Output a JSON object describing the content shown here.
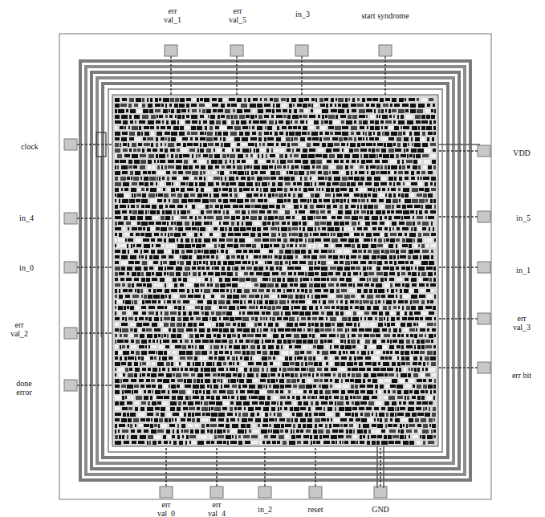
{
  "diagram": {
    "labels": [
      "err val_1",
      "err val_5",
      "in_3",
      "start syndrome",
      "clock",
      "in_4",
      "in_0",
      "err val_2",
      "done error",
      "VDD",
      "in_5",
      "in_1",
      "err val_3",
      "err bit",
      "err val_0",
      "err val_4",
      "in_2",
      "reset",
      "GND"
    ]
  }
}
